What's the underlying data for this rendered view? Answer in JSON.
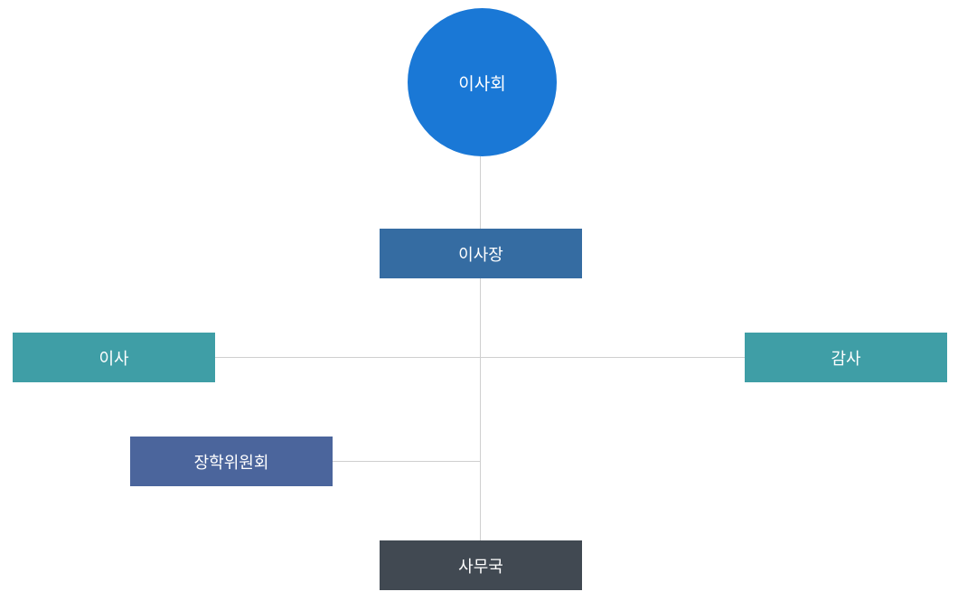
{
  "org_chart": {
    "board": {
      "label": "이사회",
      "color": "#1a78d6"
    },
    "chairman": {
      "label": "이사장",
      "color": "#356ca2"
    },
    "directors": {
      "label": "이사",
      "color": "#3f9ea6"
    },
    "auditor": {
      "label": "감사",
      "color": "#3f9ea6"
    },
    "scholarship_committee": {
      "label": "장학위원회",
      "color": "#4b659c"
    },
    "secretariat": {
      "label": "사무국",
      "color": "#414952"
    },
    "connector_color": "#cfcfcf"
  }
}
